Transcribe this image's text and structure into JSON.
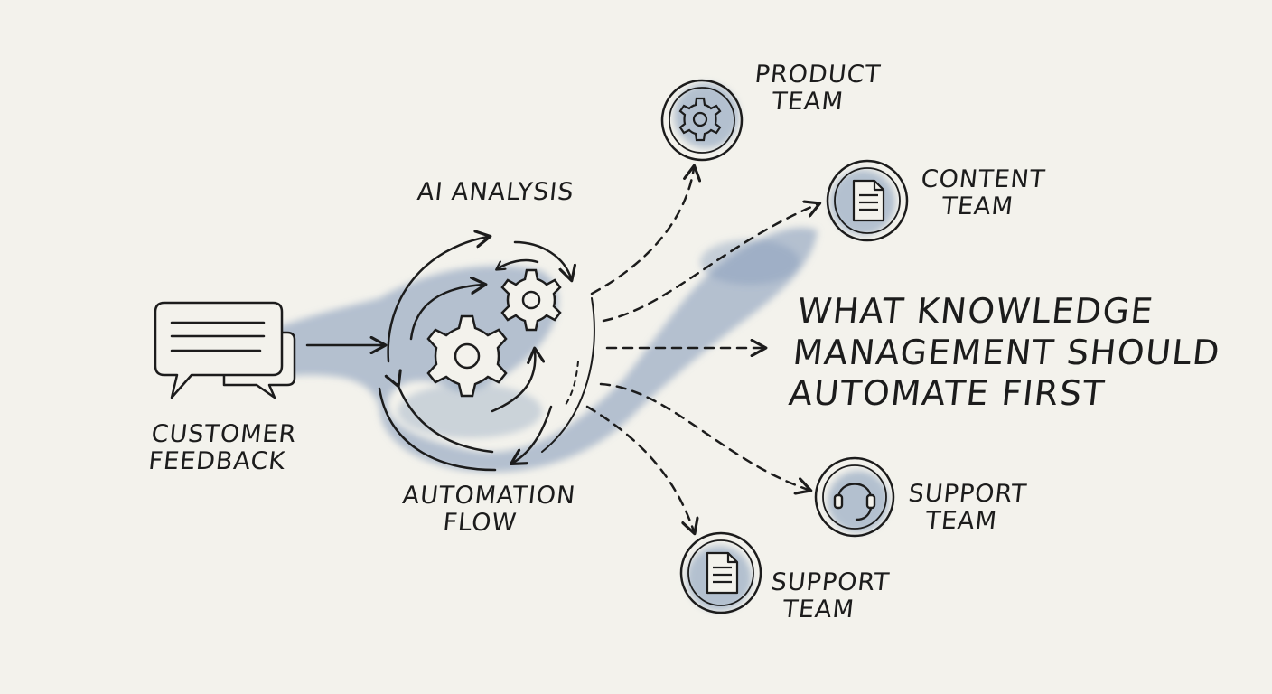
{
  "title": {
    "lines": [
      "WHAT KNOWLEDGE",
      "MANAGEMENT SHOULD",
      "AUTOMATE FIRST"
    ]
  },
  "nodes": {
    "customer_feedback": {
      "lines": [
        "CUSTOMER",
        "FEEDBACK"
      ],
      "icon": "chat-bubbles-icon"
    },
    "ai_analysis": {
      "label": "AI ANALYSIS"
    },
    "automation_flow": {
      "lines": [
        "AUTOMATION",
        "FLOW"
      ],
      "icon": "gears-cycle-icon"
    },
    "product_team": {
      "lines": [
        "PRODUCT",
        "TEAM"
      ],
      "icon": "gear-icon"
    },
    "content_team": {
      "lines": [
        "CONTENT",
        "TEAM"
      ],
      "icon": "document-icon"
    },
    "support_team_headset": {
      "lines": [
        "SUPPORT",
        "TEAM"
      ],
      "icon": "headset-icon"
    },
    "support_team_document": {
      "lines": [
        "SUPPORT",
        "TEAM"
      ],
      "icon": "document-icon"
    }
  },
  "colors": {
    "ink": "#1c1c1c",
    "watercolor": "#7f98b8",
    "paper": "#f3f2ec"
  }
}
